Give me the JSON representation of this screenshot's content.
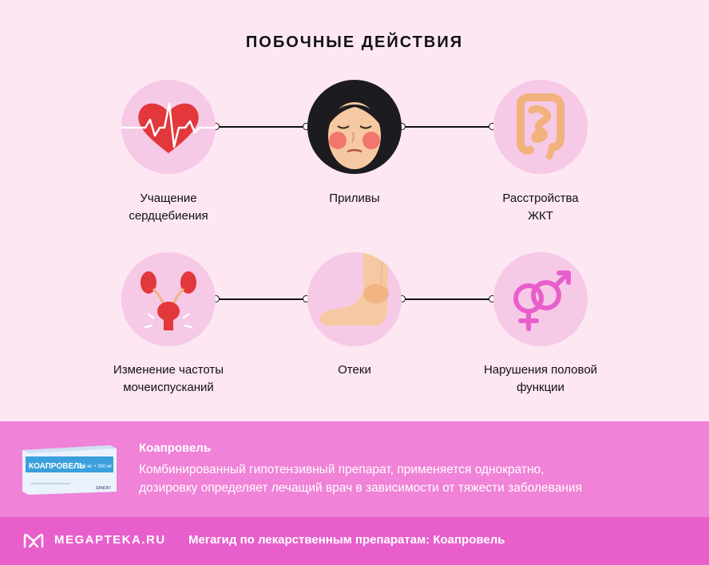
{
  "title": "ПОБОЧНЫЕ ДЕЙСТВИЯ",
  "effects": [
    {
      "line1": "Учащение",
      "line2": "сердцебиения",
      "icon": "heart-icon"
    },
    {
      "line1": "Приливы",
      "line2": "",
      "icon": "flushed-face-icon"
    },
    {
      "line1": "Расстройства",
      "line2": "ЖКТ",
      "icon": "intestines-icon"
    },
    {
      "line1": "Изменение частоты",
      "line2": "мочеиспусканий",
      "icon": "kidneys-bladder-icon"
    },
    {
      "line1": "Отеки",
      "line2": "",
      "icon": "swollen-foot-icon"
    },
    {
      "line1": "Нарушения половой",
      "line2": "функции",
      "icon": "gender-symbols-icon"
    }
  ],
  "product": {
    "name": "Коапровель",
    "description_line1": "Комбинированный гипотензивный препарат, применяется однократно,",
    "description_line2": "дозировку определяет лечащий врач в зависимости от тяжести заболевания",
    "box_brand": "КОАПРОВЕЛЬ",
    "box_dose": "12.5 мг + 300 мг",
    "box_maker": "SANOFI"
  },
  "footer": {
    "site": "MEGAPTEKA.RU",
    "guide": "Мегагид по лекарственным препаратам: Коапровель"
  },
  "colors": {
    "background": "#fde7f3",
    "circle": "#f6c9e6",
    "product_band": "#f082d8",
    "footer_band": "#e85fcc"
  }
}
